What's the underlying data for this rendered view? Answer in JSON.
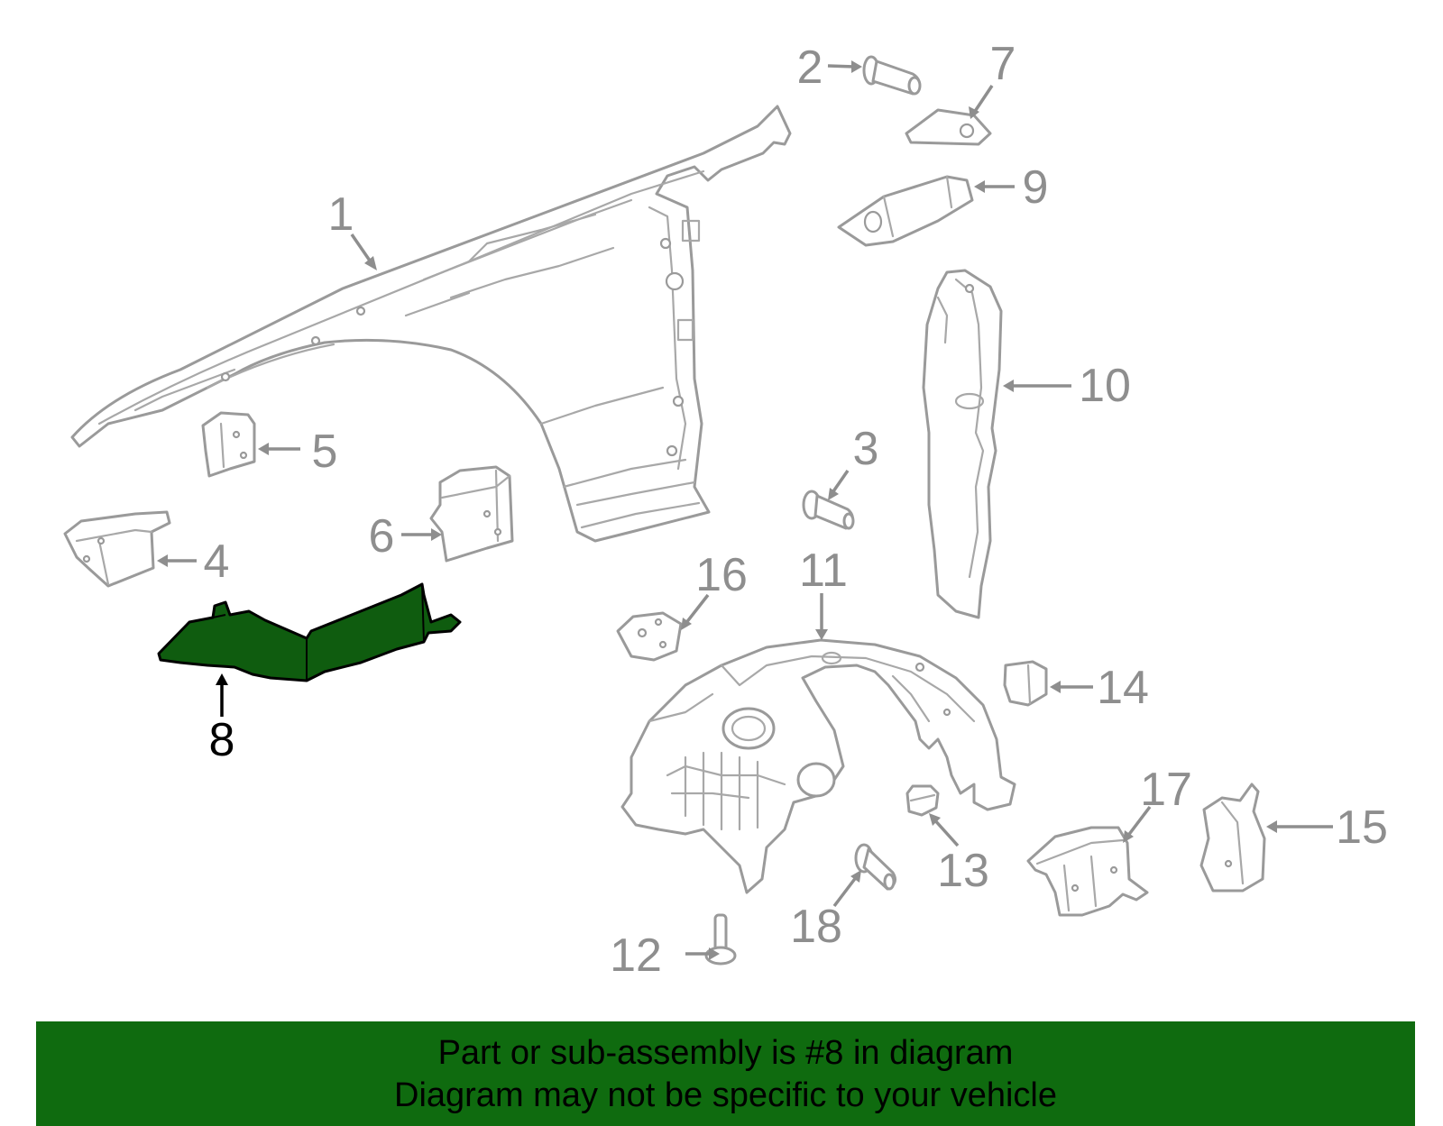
{
  "diagram": {
    "highlighted_part": "8",
    "callouts": [
      "1",
      "2",
      "3",
      "4",
      "5",
      "6",
      "7",
      "8",
      "9",
      "10",
      "11",
      "12",
      "13",
      "14",
      "15",
      "16",
      "17",
      "18"
    ]
  },
  "banner": {
    "line1": "Part or sub-assembly is #8 in diagram",
    "line2": "Diagram may not be specific to your vehicle"
  },
  "colors": {
    "highlight": "#0f5c0f",
    "banner": "#0f6b0f",
    "line_art": "#9a9a9a"
  }
}
